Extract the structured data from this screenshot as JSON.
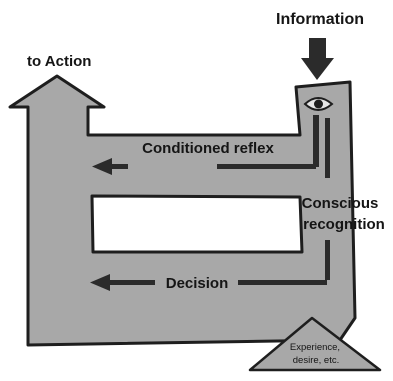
{
  "labels": {
    "information": "Information",
    "to_action": "to Action",
    "conditioned_reflex": "Conditioned reflex",
    "conscious": "Conscious",
    "recognition": "recognition",
    "decision": "Decision",
    "experience_line1": "Experience,",
    "experience_line2": "desire, etc."
  },
  "icons": {
    "eye": "eye-icon",
    "input_arrow": "arrow-down-icon",
    "output_arrow": "arrow-up-icon"
  },
  "colors": {
    "body_fill": "#a8a8a8",
    "outline": "#1e1e1e",
    "arrow": "#2b2b2b",
    "label_text": "#151515",
    "background": "#ffffff"
  }
}
